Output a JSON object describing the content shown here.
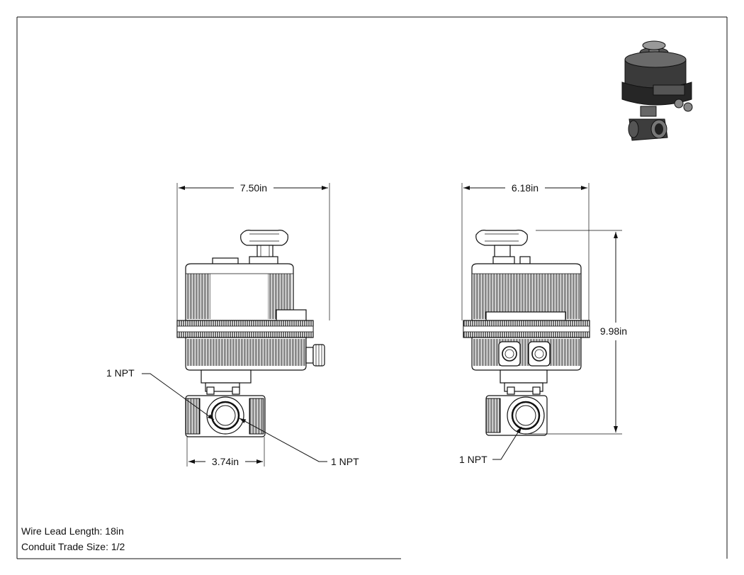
{
  "dimensions": {
    "front_width": "7.50in",
    "side_width": "6.18in",
    "overall_height": "9.98in",
    "valve_length": "3.74in"
  },
  "callouts": {
    "front_inlet": "1 NPT",
    "front_outlet": "1 NPT",
    "side_port": "1 NPT"
  },
  "notes": {
    "wire_lead": "Wire Lead Length: 18in",
    "conduit": "Conduit Trade Size: 1/2"
  }
}
